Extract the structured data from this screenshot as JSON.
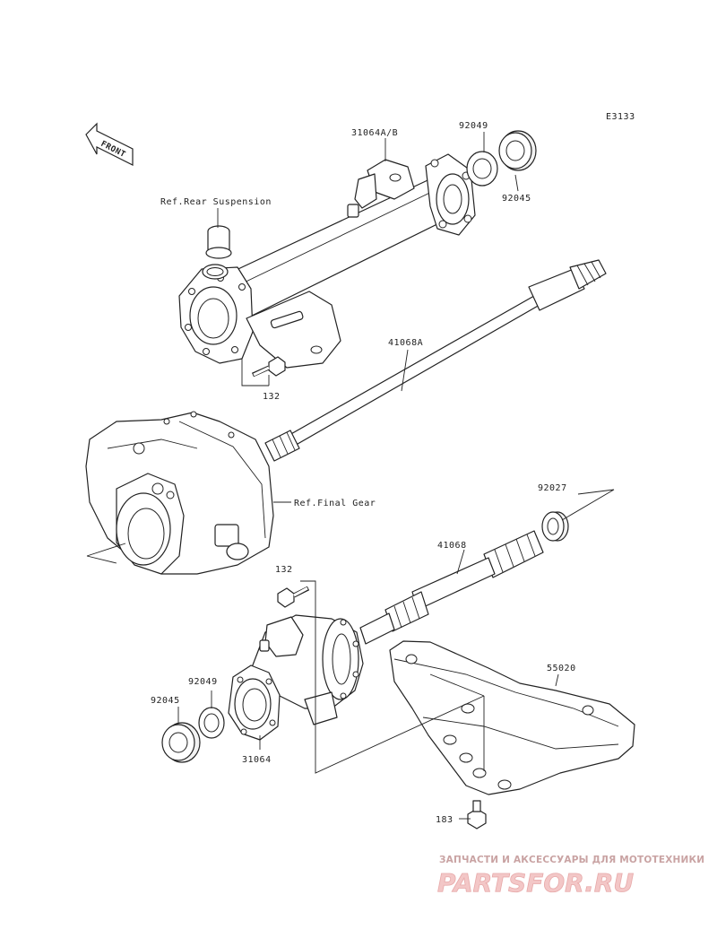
{
  "diagram_code": "E3133",
  "front_label": "FRONT",
  "labels": {
    "p31064ab": "31064A/B",
    "p92049_top": "92049",
    "p92045_top": "92045",
    "ref_rear_suspension": "Ref.Rear Suspension",
    "p41068a": "41068A",
    "p132_top": "132",
    "ref_final_gear": "Ref.Final Gear",
    "p92027": "92027",
    "p41068": "41068",
    "p132_bottom": "132",
    "p55020": "55020",
    "p92049_bottom": "92049",
    "p92045_bottom": "92045",
    "p31064": "31064",
    "p183": "183"
  },
  "watermark": {
    "tagline": "ЗАПЧАСТИ И АКСЕССУАРЫ ДЛЯ МОТОТЕХНИКИ",
    "brand": "PARTSFOR.RU"
  }
}
